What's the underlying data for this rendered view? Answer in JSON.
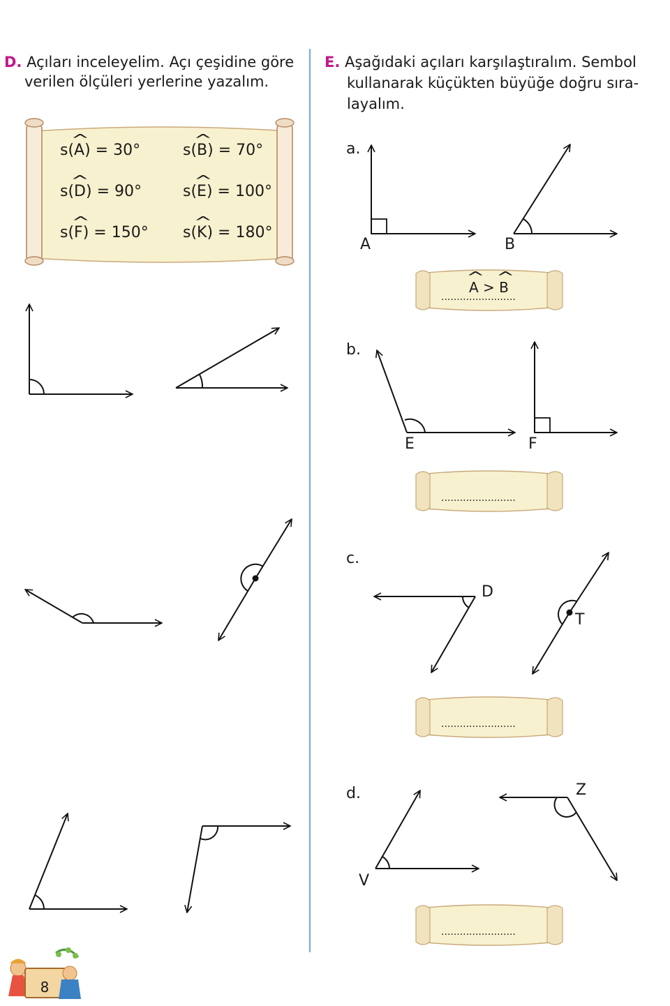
{
  "section_d": {
    "letter": "D.",
    "line1": "Açıları inceleyelim. Açı çeşidine göre",
    "line2": "verilen ölçüleri yerlerine yazalım."
  },
  "measures": [
    {
      "prefix": "s(",
      "letter": "A",
      "suffix": ") = 30°"
    },
    {
      "prefix": "s(",
      "letter": "B",
      "suffix": ") = 70°"
    },
    {
      "prefix": "s(",
      "letter": "D",
      "suffix": ") = 90°"
    },
    {
      "prefix": "s(",
      "letter": "E",
      "suffix": ") = 100°"
    },
    {
      "prefix": "s(",
      "letter": "F",
      "suffix": ") = 150°"
    },
    {
      "prefix": "s(",
      "letter": "K",
      "suffix": ") = 180°"
    }
  ],
  "section_e": {
    "letter": "E.",
    "line1": "Aşağıdaki açıları karşılaştıralım. Sembol",
    "line2": "kullanarak küçükten büyüğe doğru sıra-",
    "line3": "layalım."
  },
  "items": {
    "a": {
      "label": "a.",
      "angle1": "A",
      "angle2": "B",
      "answer_left": "A",
      "answer_op": ">",
      "answer_right": "B",
      "dots": "........................"
    },
    "b": {
      "label": "b.",
      "angle1": "E",
      "angle2": "F",
      "dots": "........................"
    },
    "c": {
      "label": "c.",
      "angle1": "D",
      "angle2": "T",
      "dots": "........................"
    },
    "d": {
      "label": "d.",
      "angle1": "V",
      "angle2": "Z",
      "dots": "........................"
    }
  },
  "page_number": "8",
  "colors": {
    "section_letter": "#c2188a",
    "divider": "#7aa6d8",
    "scroll_fill": "#f8f1cf",
    "scroll_edge": "#c8a97a"
  }
}
